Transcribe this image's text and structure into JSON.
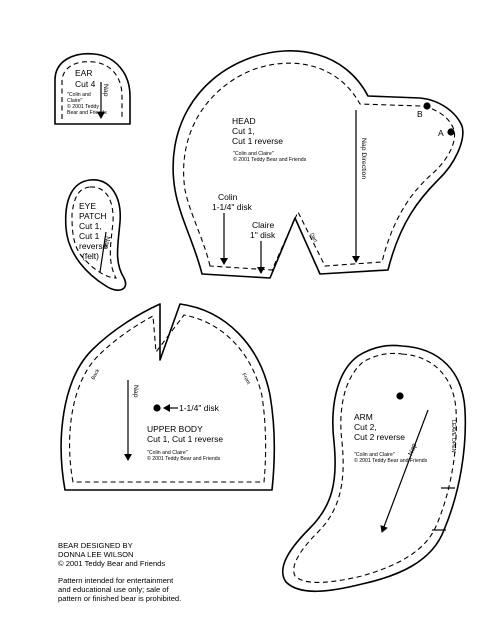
{
  "ear": {
    "title": "EAR",
    "cut": "Cut 4",
    "credit": [
      "\"Colin and",
      "Claire\"",
      "© 2001 Teddy",
      "Bear and Friends"
    ],
    "nap": "Nap"
  },
  "eye_patch": {
    "lines": [
      "EYE",
      "PATCH",
      "Cut 1,",
      "Cut 1",
      "reverse",
      "(felt)"
    ],
    "nap": "Nap"
  },
  "head": {
    "title": "HEAD",
    "cut1": "Cut 1,",
    "cut2": "Cut 1 reverse",
    "credit1": "\"Colin and Claire\"",
    "credit2": "© 2001 Teddy Bear and Friends",
    "nap": "Nap Direction",
    "point_a": "A",
    "point_b": "B",
    "colin_name": "Colin",
    "colin_disk": "1-1/4\" disk",
    "claire_name": "Claire",
    "claire_disk": "1\" disk",
    "dart_label": "Dart"
  },
  "upper_body": {
    "title": "UPPER BODY",
    "cut": "Cut 1, Cut 1 reverse",
    "nap": "Nap",
    "disk": "1-1/4\" disk",
    "credit1": "\"Colin and Claire\"",
    "credit2": "© 2001 Teddy Bear and Friends",
    "back": "Back",
    "front": "Front"
  },
  "arm": {
    "title": "ARM",
    "cut1": "Cut 2,",
    "cut2": "Cut 2 reverse",
    "credit1": "\"Colin and Claire\"",
    "credit2": "© 2001 Teddy Bear and Friends",
    "nap": "Nap",
    "leave_open": "LEAVE OPEN"
  },
  "footer": {
    "designer": [
      "BEAR DESIGNED BY",
      "DONNA LEE WILSON",
      "© 2001 Teddy Bear and Friends"
    ],
    "notice": [
      "Pattern intended for entertainment",
      "and educational use only; sale of",
      "pattern or finished bear is prohibited."
    ]
  }
}
